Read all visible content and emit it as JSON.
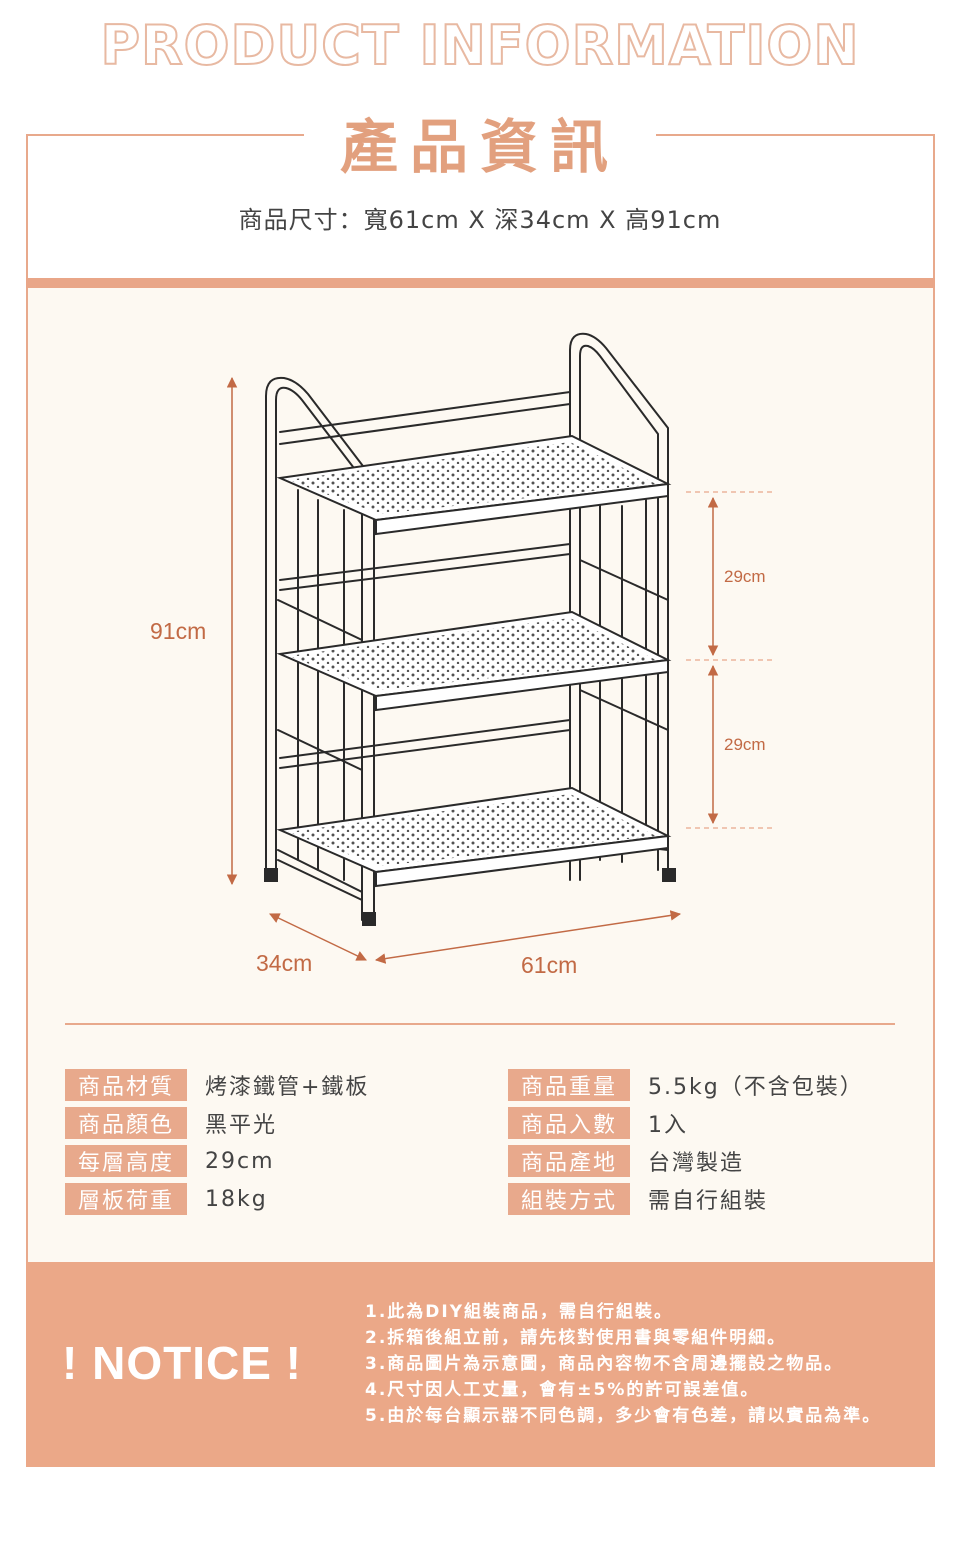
{
  "header": {
    "title_en": "PRODUCT INFORMATION",
    "title_zh": "產品資訊",
    "size_line": "商品尺寸：寬61cm X 深34cm X 高91cm"
  },
  "diagram": {
    "height_label": "91cm",
    "depth_label": "34cm",
    "width_label": "61cm",
    "tier_gap_1": "29cm",
    "tier_gap_2": "29cm"
  },
  "specs": {
    "left": [
      {
        "label": "商品材質",
        "value": "烤漆鐵管+鐵板"
      },
      {
        "label": "商品顏色",
        "value": "黑平光"
      },
      {
        "label": "每層高度",
        "value": "29cm"
      },
      {
        "label": "層板荷重",
        "value": "18kg"
      }
    ],
    "right": [
      {
        "label": "商品重量",
        "value": "5.5kg（不含包裝）"
      },
      {
        "label": "商品入數",
        "value": "1入"
      },
      {
        "label": "商品產地",
        "value": "台灣製造"
      },
      {
        "label": "組裝方式",
        "value": "需自行組裝"
      }
    ]
  },
  "notice": {
    "heading": "! NOTICE !",
    "items": [
      "1.此為DIY組裝商品，需自行組裝。",
      "2.拆箱後組立前，請先核對使用書與零組件明細。",
      "3.商品圖片為示意圖，商品內容物不含周邊擺設之物品。",
      "4.尺寸因人工丈量，會有±5%的許可誤差值。",
      "5.由於每台顯示器不同色調，多少會有色差，請以實品為準。"
    ]
  },
  "colors": {
    "accent": "#e9a688",
    "dim_text": "#c26a45",
    "cream_bg": "#fdf9f2"
  }
}
